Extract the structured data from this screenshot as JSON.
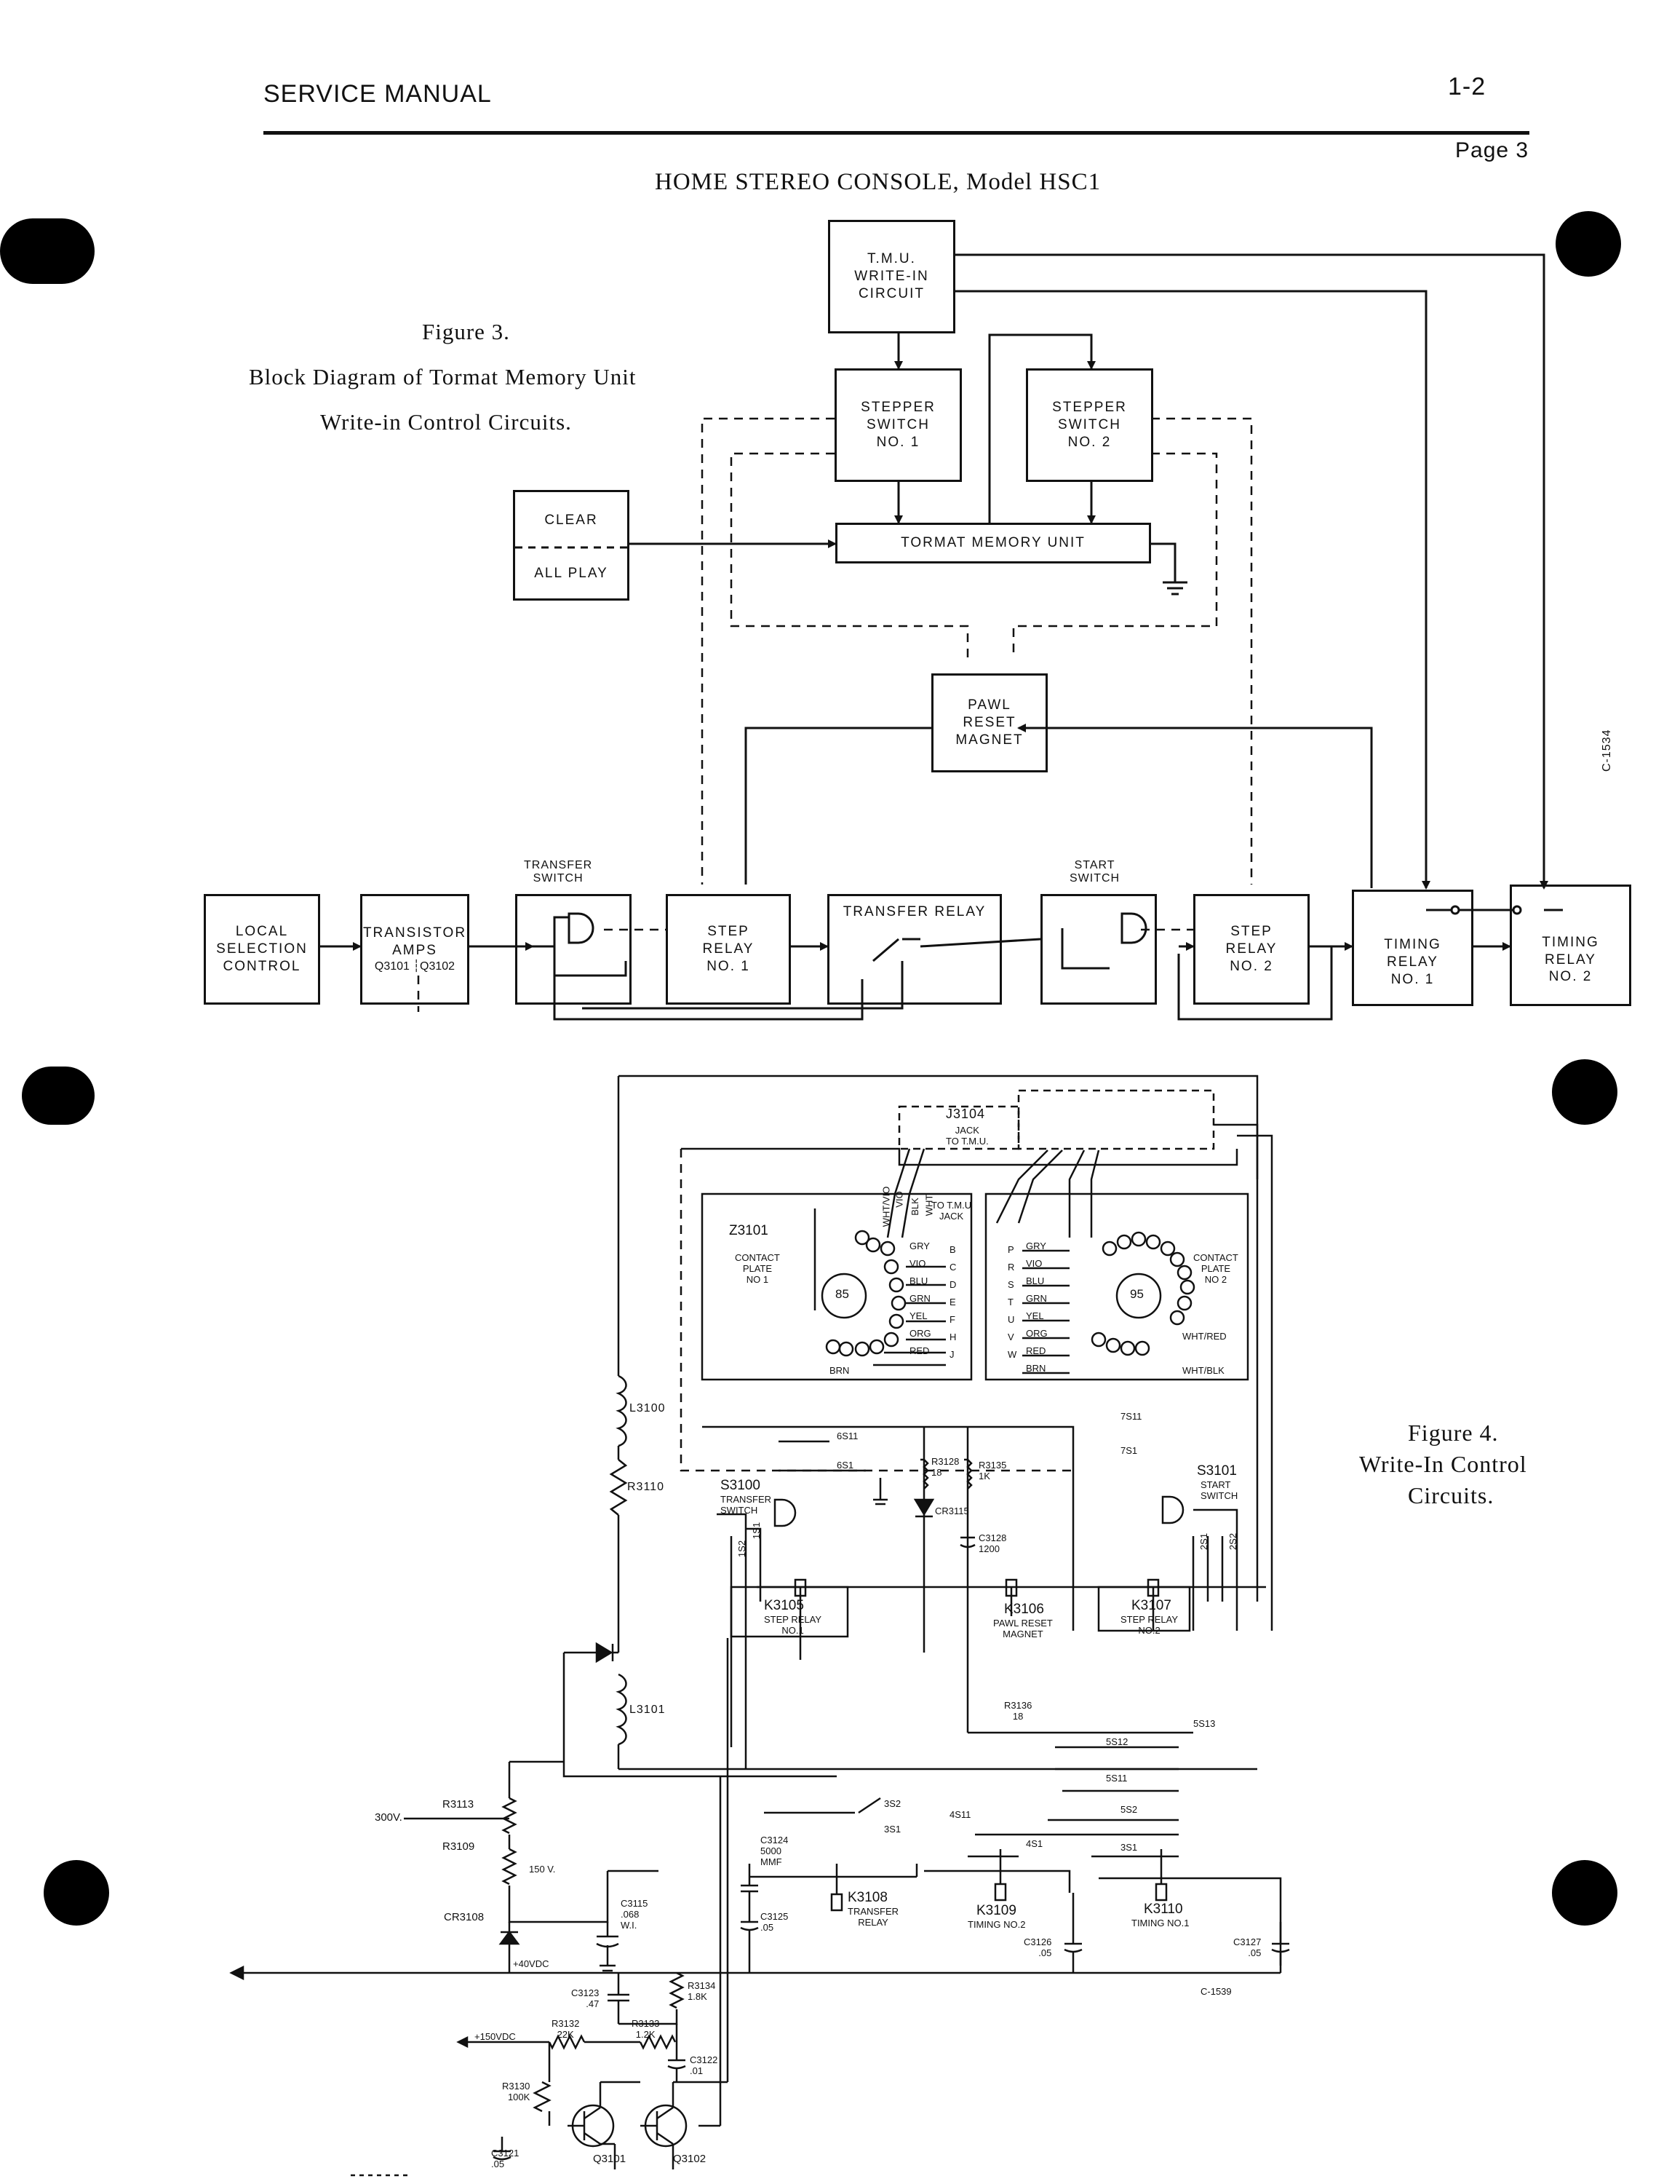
{
  "header": {
    "manual": "SERVICE MANUAL",
    "section": "1-2",
    "page": "Page 3",
    "console_title": "HOME STEREO CONSOLE, Model HSC1"
  },
  "figure3": {
    "caption_line1": "Figure 3.",
    "caption_line2": "Block Diagram of Tormat Memory Unit",
    "caption_line3": "Write-in Control Circuits.",
    "code": "C-1534",
    "blocks": {
      "tmu_writein": "T.M.U.\nWRITE-IN\nCIRCUIT",
      "stepper1": "STEPPER\nSWITCH\nNO. 1",
      "stepper2": "STEPPER\nSWITCH\nNO. 2",
      "clear": "CLEAR",
      "all_play": "ALL PLAY",
      "tormat": "TORMAT MEMORY UNIT",
      "pawl": "PAWL\nRESET\nMAGNET",
      "local": "LOCAL\nSELECTION\nCONTROL",
      "amps_title": "TRANSISTOR\nAMPS",
      "amps_q1": "Q3101",
      "amps_q2": "Q3102",
      "transfer_switch": "TRANSFER\nSWITCH",
      "step_relay1": "STEP\nRELAY\nNO. 1",
      "transfer_relay": "TRANSFER RELAY",
      "start_switch": "START\nSWITCH",
      "step_relay2": "STEP\nRELAY\nNO. 2",
      "timing1": "TIMING\nRELAY\nNO. 1",
      "timing2": "TIMING\nRELAY\nNO. 2"
    }
  },
  "figure4": {
    "caption_line1": "Figure 4.",
    "caption_line2": "Write-In Control",
    "caption_line3": "Circuits.",
    "code": "C-1539",
    "labels": {
      "j3104": "J3104",
      "j3104_sub": "JACK\nTO T.M.U.",
      "to_tmu_jack": "TO T.M.U\nJACK",
      "z3101": "Z3101",
      "contact_plate1": "CONTACT\nPLATE\nNO 1",
      "contact_plate2": "CONTACT\nPLATE\nNO 2",
      "c85": "85",
      "c95": "95",
      "wht_red": "WHT/RED",
      "wht_blk": "WHT/BLK",
      "brn": "BRN",
      "l3100": "L3100",
      "r3110": "R3110",
      "l3101": "L3101",
      "s3100": "S3100",
      "s3100_sub": "TRANSFER\nSWITCH",
      "s3101": "S3101",
      "s3101_sub": "START\nSWITCH",
      "r3128": "R3128\n18",
      "r3135": "R3135\n1K",
      "cr3115": "CR3115",
      "c3128": "C3128\n1200",
      "k3105": "K3105",
      "k3105_sub": "STEP RELAY\nNO.1",
      "k3106": "K3106",
      "k3106_sub": "PAWL RESET\nMAGNET",
      "k3107": "K3107",
      "k3107_sub": "STEP RELAY\nNO.2",
      "r3136": "R3136\n18",
      "r3113": "R3113",
      "v300": "300V.",
      "r3109": "R3109",
      "v150": "150 V.",
      "cr3108": "CR3108",
      "c3115": "C3115\n.068\nW.I.",
      "c3124": "C3124\n5000\nMMF",
      "c3125": "C3125\n.05",
      "k3108": "K3108",
      "k3108_sub": "TRANSFER\nRELAY",
      "k3109": "K3109",
      "k3109_sub": "TIMING NO.2",
      "k3110": "K3110",
      "k3110_sub": "TIMING NO.1",
      "c3126": "C3126\n.05",
      "c3127": "C3127\n.05",
      "v40": "+40VDC",
      "c3123": "C3123\n.47",
      "r3134": "R3134\n1.8K",
      "v150dc": "+150VDC",
      "r3132": "R3132\n22K",
      "r3133": "R3133\n1.2K",
      "c3122": "C3122\n.01",
      "r3130": "R3130\n100K",
      "c3121": "C3121\n.05",
      "q3101": "Q3101",
      "q3102": "Q3102",
      "w6s11": "6S11",
      "w6s1": "6S1",
      "w7s11": "7S11",
      "w7s1": "7S1",
      "w1s2": "1S2",
      "w1s1": "1S1",
      "w2s1": "2S1",
      "w2s2": "2S2",
      "w5s13": "5S13",
      "w5s12": "5S12",
      "w5s11": "5S11",
      "w3s2": "3S2",
      "w3s1": "3S1",
      "w4s11": "4S11",
      "w4s1": "4S1",
      "w5s2": "5S2",
      "w3s1b": "3S1",
      "vio": "VIO",
      "blk": "BLK",
      "wht": "WHT",
      "wht_vio": "WHT/VIO"
    },
    "wire_colors_left": [
      "GRY",
      "VIO",
      "BLU",
      "GRN",
      "YEL",
      "ORG",
      "RED"
    ],
    "contacts_left": [
      "B",
      "C",
      "D",
      "E",
      "F",
      "H",
      "J"
    ],
    "contacts_right": [
      "P",
      "R",
      "S",
      "T",
      "U",
      "V",
      "W"
    ],
    "wire_colors_right": [
      "GRY",
      "VIO",
      "BLU",
      "GRN",
      "YEL",
      "ORG",
      "RED",
      "BRN"
    ]
  }
}
